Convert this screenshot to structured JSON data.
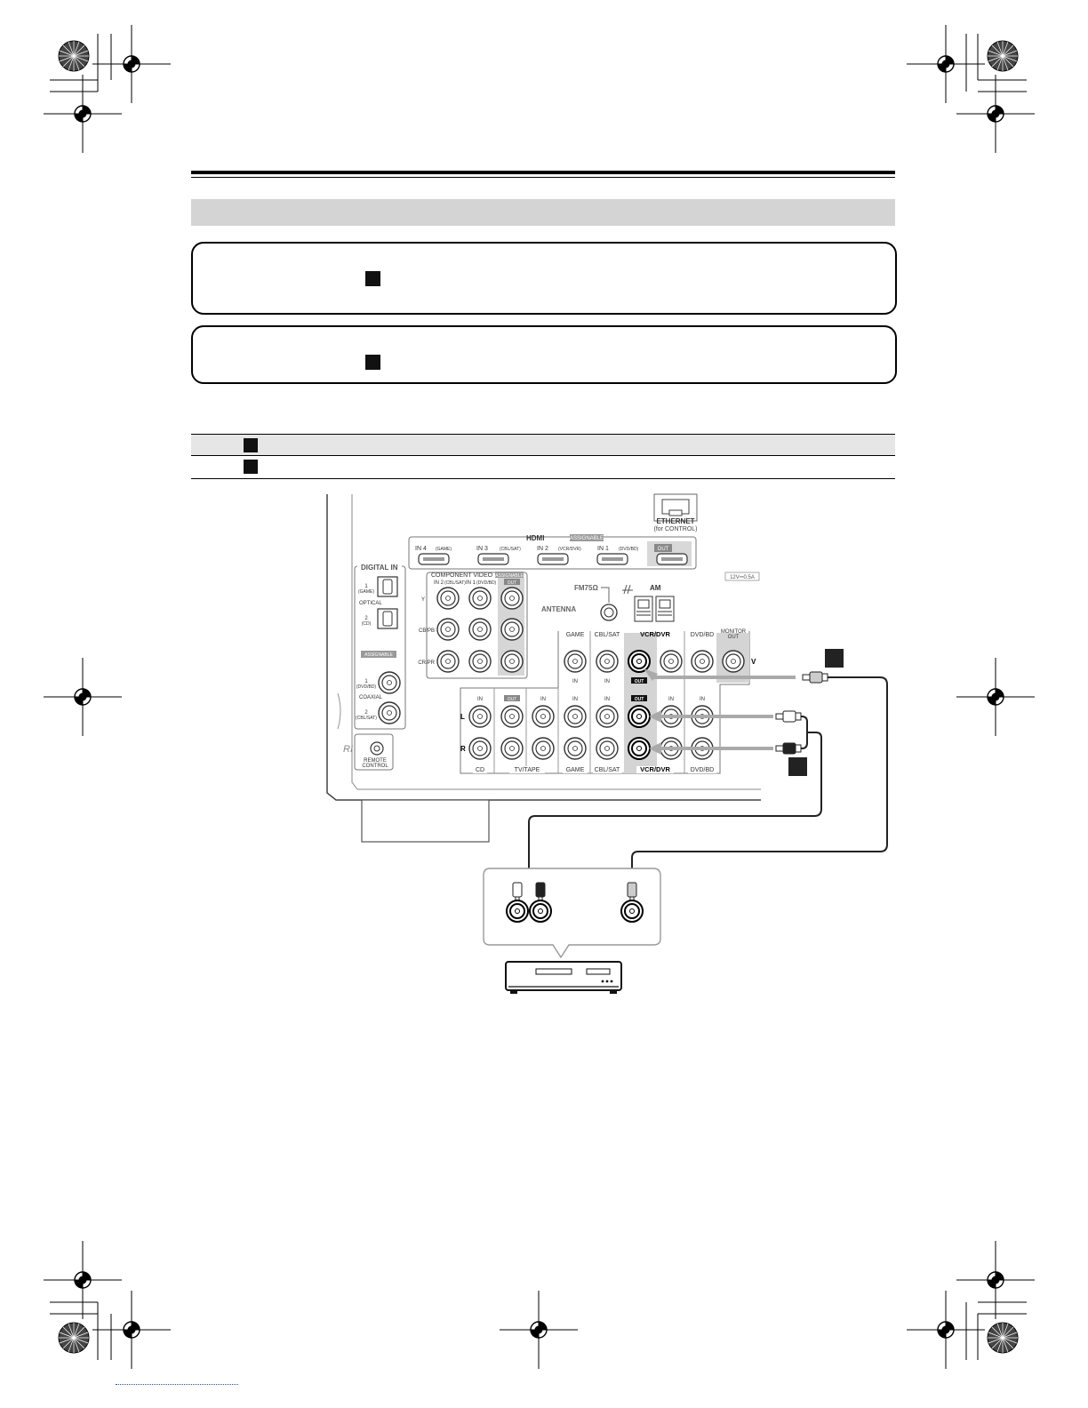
{
  "page": {
    "callout_markers": [
      "",
      ""
    ],
    "legend_markers": [
      "",
      ""
    ]
  },
  "diagram": {
    "labels": {
      "ethernet": "ETHERNET",
      "ethernet_sub": "(for CONTROL)",
      "hdmi": "HDMI",
      "assignable": "ASSIGNABLE",
      "hdmi_in4": "IN 4",
      "hdmi_in4_sub": "(GAME)",
      "hdmi_in3": "IN 3",
      "hdmi_in3_sub": "(CBL/SAT)",
      "hdmi_in2": "IN 2",
      "hdmi_in2_sub": "(VCR/DVR)",
      "hdmi_in1": "IN 1",
      "hdmi_in1_sub": "(DVD/BD)",
      "hdmi_out": "OUT",
      "power_rating": "12V⎓0.5A",
      "digital_in": "DIGITAL IN",
      "optical": "OPTICAL",
      "opt1": "1",
      "opt1_sub": "(GAME)",
      "opt2": "2",
      "opt2_sub": "(CD)",
      "coax_assignable": "ASSIGNABLE",
      "coaxial": "COAXIAL",
      "coax1": "1",
      "coax1_sub": "(DVD/BD)",
      "coax2": "2",
      "coax2_sub": "(CBL/SAT)",
      "remote_control": "REMOTE",
      "remote_control2": "CONTROL",
      "component_video": "COMPONENT VIDEO",
      "comp_assignable": "ASSIGNABLE",
      "comp_in2": "IN 2",
      "comp_in2_sub": "(CBL/SAT)",
      "comp_in1": "IN 1",
      "comp_in1_sub": "(DVD/BD)",
      "comp_out": "OUT",
      "y": "Y",
      "cb": "CB/PB",
      "cr": "CR/PR",
      "fm": "FM75Ω",
      "am": "AM",
      "antenna": "ANTENNA",
      "game": "GAME",
      "cblsat": "CBL/SAT",
      "vcrdvr": "VCR/DVR",
      "dvdbd": "DVD/BD",
      "monitor_out": "MONITOR",
      "monitor_out2": "OUT",
      "v": "V",
      "in": "IN",
      "out": "OUT",
      "l": "L",
      "r": "R",
      "cd": "CD",
      "tvtape": "TV/TAPE",
      "game_bottom": "GAME",
      "cblsat_bottom": "CBL/SAT",
      "vcrdvr_bottom": "VCR/DVR",
      "dvdbd_bottom": "DVD/BD"
    }
  }
}
